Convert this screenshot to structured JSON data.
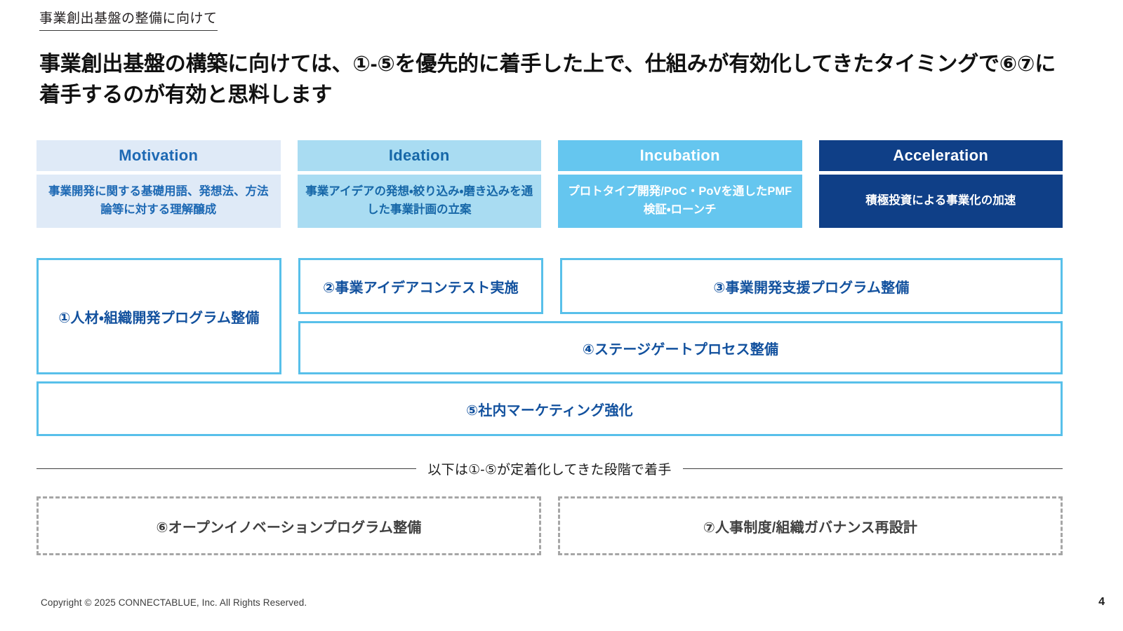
{
  "slide": {
    "kicker": "事業創出基盤の整備に向けて",
    "headline": "事業創出基盤の構築に向けては、①-⑤を優先的に着手した上で、仕組みが有効化してきたタイミングで⑥⑦に着手するのが有効と思料します"
  },
  "stages": [
    {
      "title": "Motivation",
      "description": "事業開発に関する基礎用語、発想法、方法論等に対する理解醸成",
      "title_bg": "#dfeaf7",
      "desc_bg": "#dfeaf7",
      "text_color": "#1d69b4"
    },
    {
      "title": "Ideation",
      "description": "事業アイデアの発想・絞り込み・磨き込みを通した事業計画の立案",
      "title_bg": "#a9dcf2",
      "desc_bg": "#a9dcf2",
      "text_color": "#1667a8"
    },
    {
      "title": "Incubation",
      "description": "プロトタイプ開発/PoC・PoVを通したPMF検証・ローンチ",
      "title_bg": "#65c6ef",
      "desc_bg": "#65c6ef",
      "text_color": "#ffffff"
    },
    {
      "title": "Acceleration",
      "description": "積極投資による事業化の加速",
      "title_bg": "#0f3f87",
      "desc_bg": "#0f3f87",
      "text_color": "#ffffff"
    }
  ],
  "initiatives": [
    {
      "id": "1",
      "label": "①人材・組織開発プログラム整備"
    },
    {
      "id": "2",
      "label": "②事業アイデアコンテスト実施"
    },
    {
      "id": "3",
      "label": "③事業開発支援プログラム整備"
    },
    {
      "id": "4",
      "label": "④ステージゲートプロセス整備"
    },
    {
      "id": "5",
      "label": "⑤社内マーケティング強化"
    }
  ],
  "divider": {
    "label": "以下は①-⑤が定着化してきた段階で着手"
  },
  "future_initiatives": [
    {
      "id": "6",
      "label": "⑥オープンイノベーションプログラム整備"
    },
    {
      "id": "7",
      "label": "⑦人事制度/組織ガバナンス再設計"
    }
  ],
  "footer": {
    "copyright": "Copyright © 2025 CONNECTABLUE, Inc. All Rights Reserved.",
    "page_number": "4"
  },
  "colors": {
    "initiative_border": "#58c0ea",
    "initiative_text": "#12519e",
    "future_border": "#a6a6a6",
    "future_text": "#404040",
    "accent_dark": "#0f3f87"
  }
}
